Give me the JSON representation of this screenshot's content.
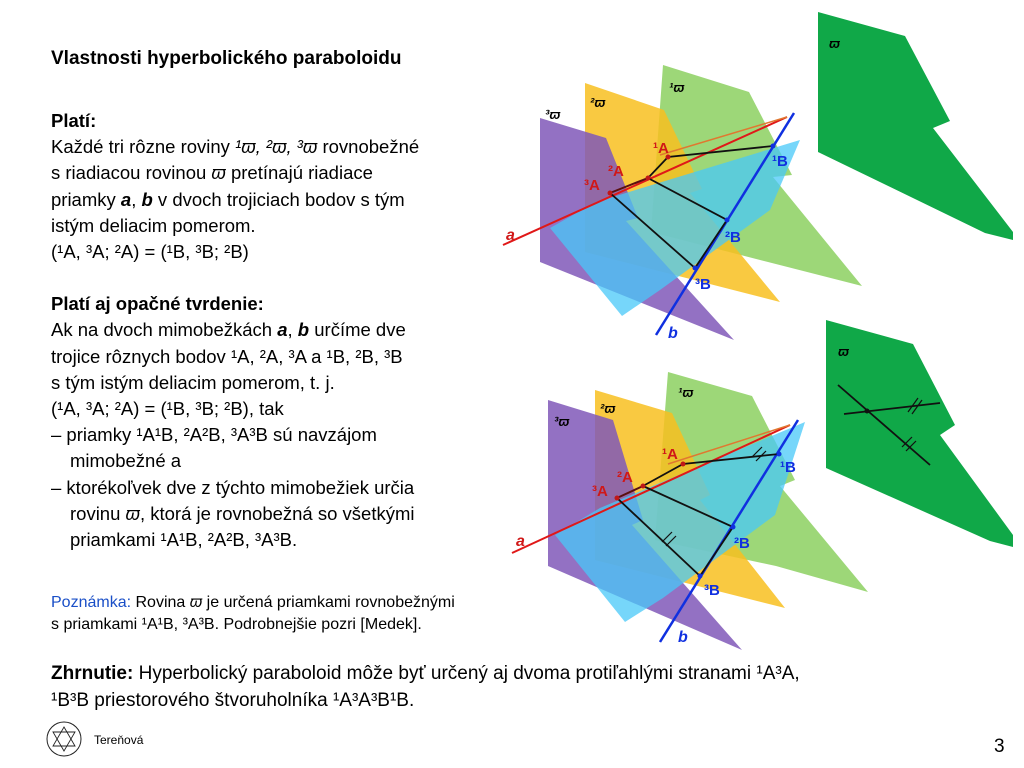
{
  "title": "Vlastnosti hyperbolického paraboloidu",
  "p1": {
    "heading": "Platí:",
    "l1a": "Každé tri rôzne roviny ",
    "l1b": " rovnobežné",
    "l2a": "s riadiacou rovinou ",
    "l2b": " pretínajú riadiace",
    "l3a": "priamky ",
    "l3b": ", ",
    "l3c": " v dvoch trojiciach bodov s tým",
    "l4": "istým deliacim pomerom.",
    "l5": "(¹A, ³A; ²A) = (¹B, ³B; ²B)"
  },
  "p2": {
    "heading": "Platí aj opačné tvrdenie:",
    "l1a": "Ak na dvoch mimobežkách ",
    "l1b": ", ",
    "l1c": " určíme dve",
    "l2": "trojice rôznych bodov ¹A, ²A, ³A a ¹B, ²B, ³B",
    "l3": "s tým istým deliacim pomerom, t. j.",
    "l4": "(¹A, ³A; ²A) = (¹B, ³B; ²B), tak",
    "l5": "– priamky ¹A¹B, ²A²B, ³A³B sú navzájom",
    "l6": "mimobežné a",
    "l7": "– ktorékoľvek dve z týchto mimobežiek určia",
    "l8a": "rovinu ",
    "l8b": ", ktorá je rovnobežná so všetkými",
    "l9": "priamkami ¹A¹B, ²A²B, ³A³B."
  },
  "note": {
    "label": "Poznámka:",
    "l1a": " Rovina ",
    "l1b": " je určená priamkami rovnobežnými",
    "l2": "s priamkami ¹A¹B, ³A³B. Podrobnejšie pozri [Medek]."
  },
  "summary": {
    "label": "Zhrnutie:",
    "l1": " Hyperbolický paraboloid môže byť určený aj dvoma protiľahlými stranami ¹A³A,",
    "l2": "¹B³B priestorového štvoruholníka ¹A³A³B¹B."
  },
  "symbols": {
    "omega": "ϖ",
    "planes": "¹ϖ, ²ϖ, ³ϖ",
    "a": "a",
    "b": "b"
  },
  "labels": {
    "omega": "ϖ",
    "p1": "¹ϖ",
    "p2": "²ϖ",
    "p3": "³ϖ",
    "A1": "¹A",
    "A2": "²A",
    "A3": "³A",
    "B1": "¹B",
    "B2": "²B",
    "B3": "³B",
    "a": "a",
    "b": "b"
  },
  "colors": {
    "green_dark": "#10a848",
    "green_light": "#8cd060",
    "yellow": "#f8c020",
    "purple": "#8058b8",
    "cyan": "#48c8f8",
    "line_a": "#e01818",
    "line_b": "#1030e0",
    "label_blue": "#1030e0",
    "label_red": "#d01818",
    "note_blue": "#1a4fc7"
  },
  "footer": {
    "author": "Tereňová",
    "page": "3"
  }
}
